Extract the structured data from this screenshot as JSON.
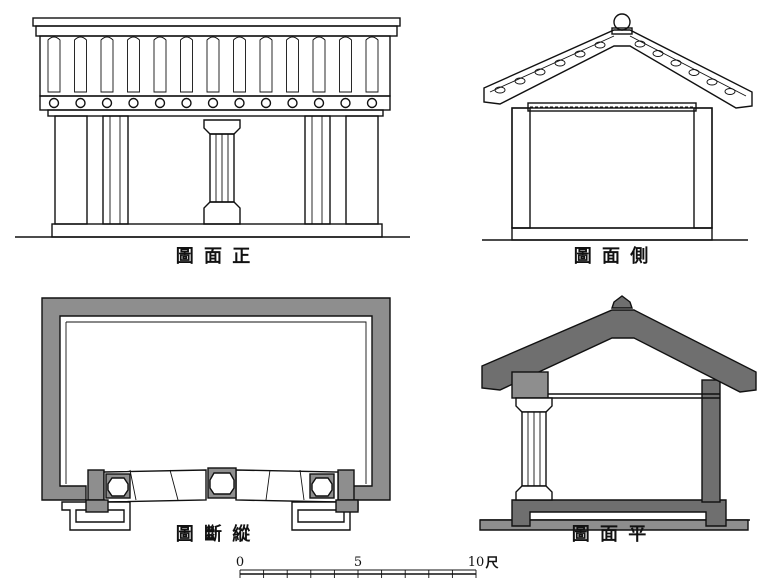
{
  "drawings": {
    "front_elevation": {
      "caption": "圖 面 正"
    },
    "side_elevation": {
      "caption": "圖 面 側"
    },
    "longitudinal_section": {
      "caption": "圖 斷 縱"
    },
    "plan": {
      "caption": "圖 面 平"
    }
  },
  "scale_bar": {
    "ticks": [
      "0",
      "5",
      "10"
    ],
    "unit": "尺"
  },
  "colors": {
    "ink": "#111111",
    "wall_fill": "#8e8e8e",
    "paper": "#ffffff"
  }
}
